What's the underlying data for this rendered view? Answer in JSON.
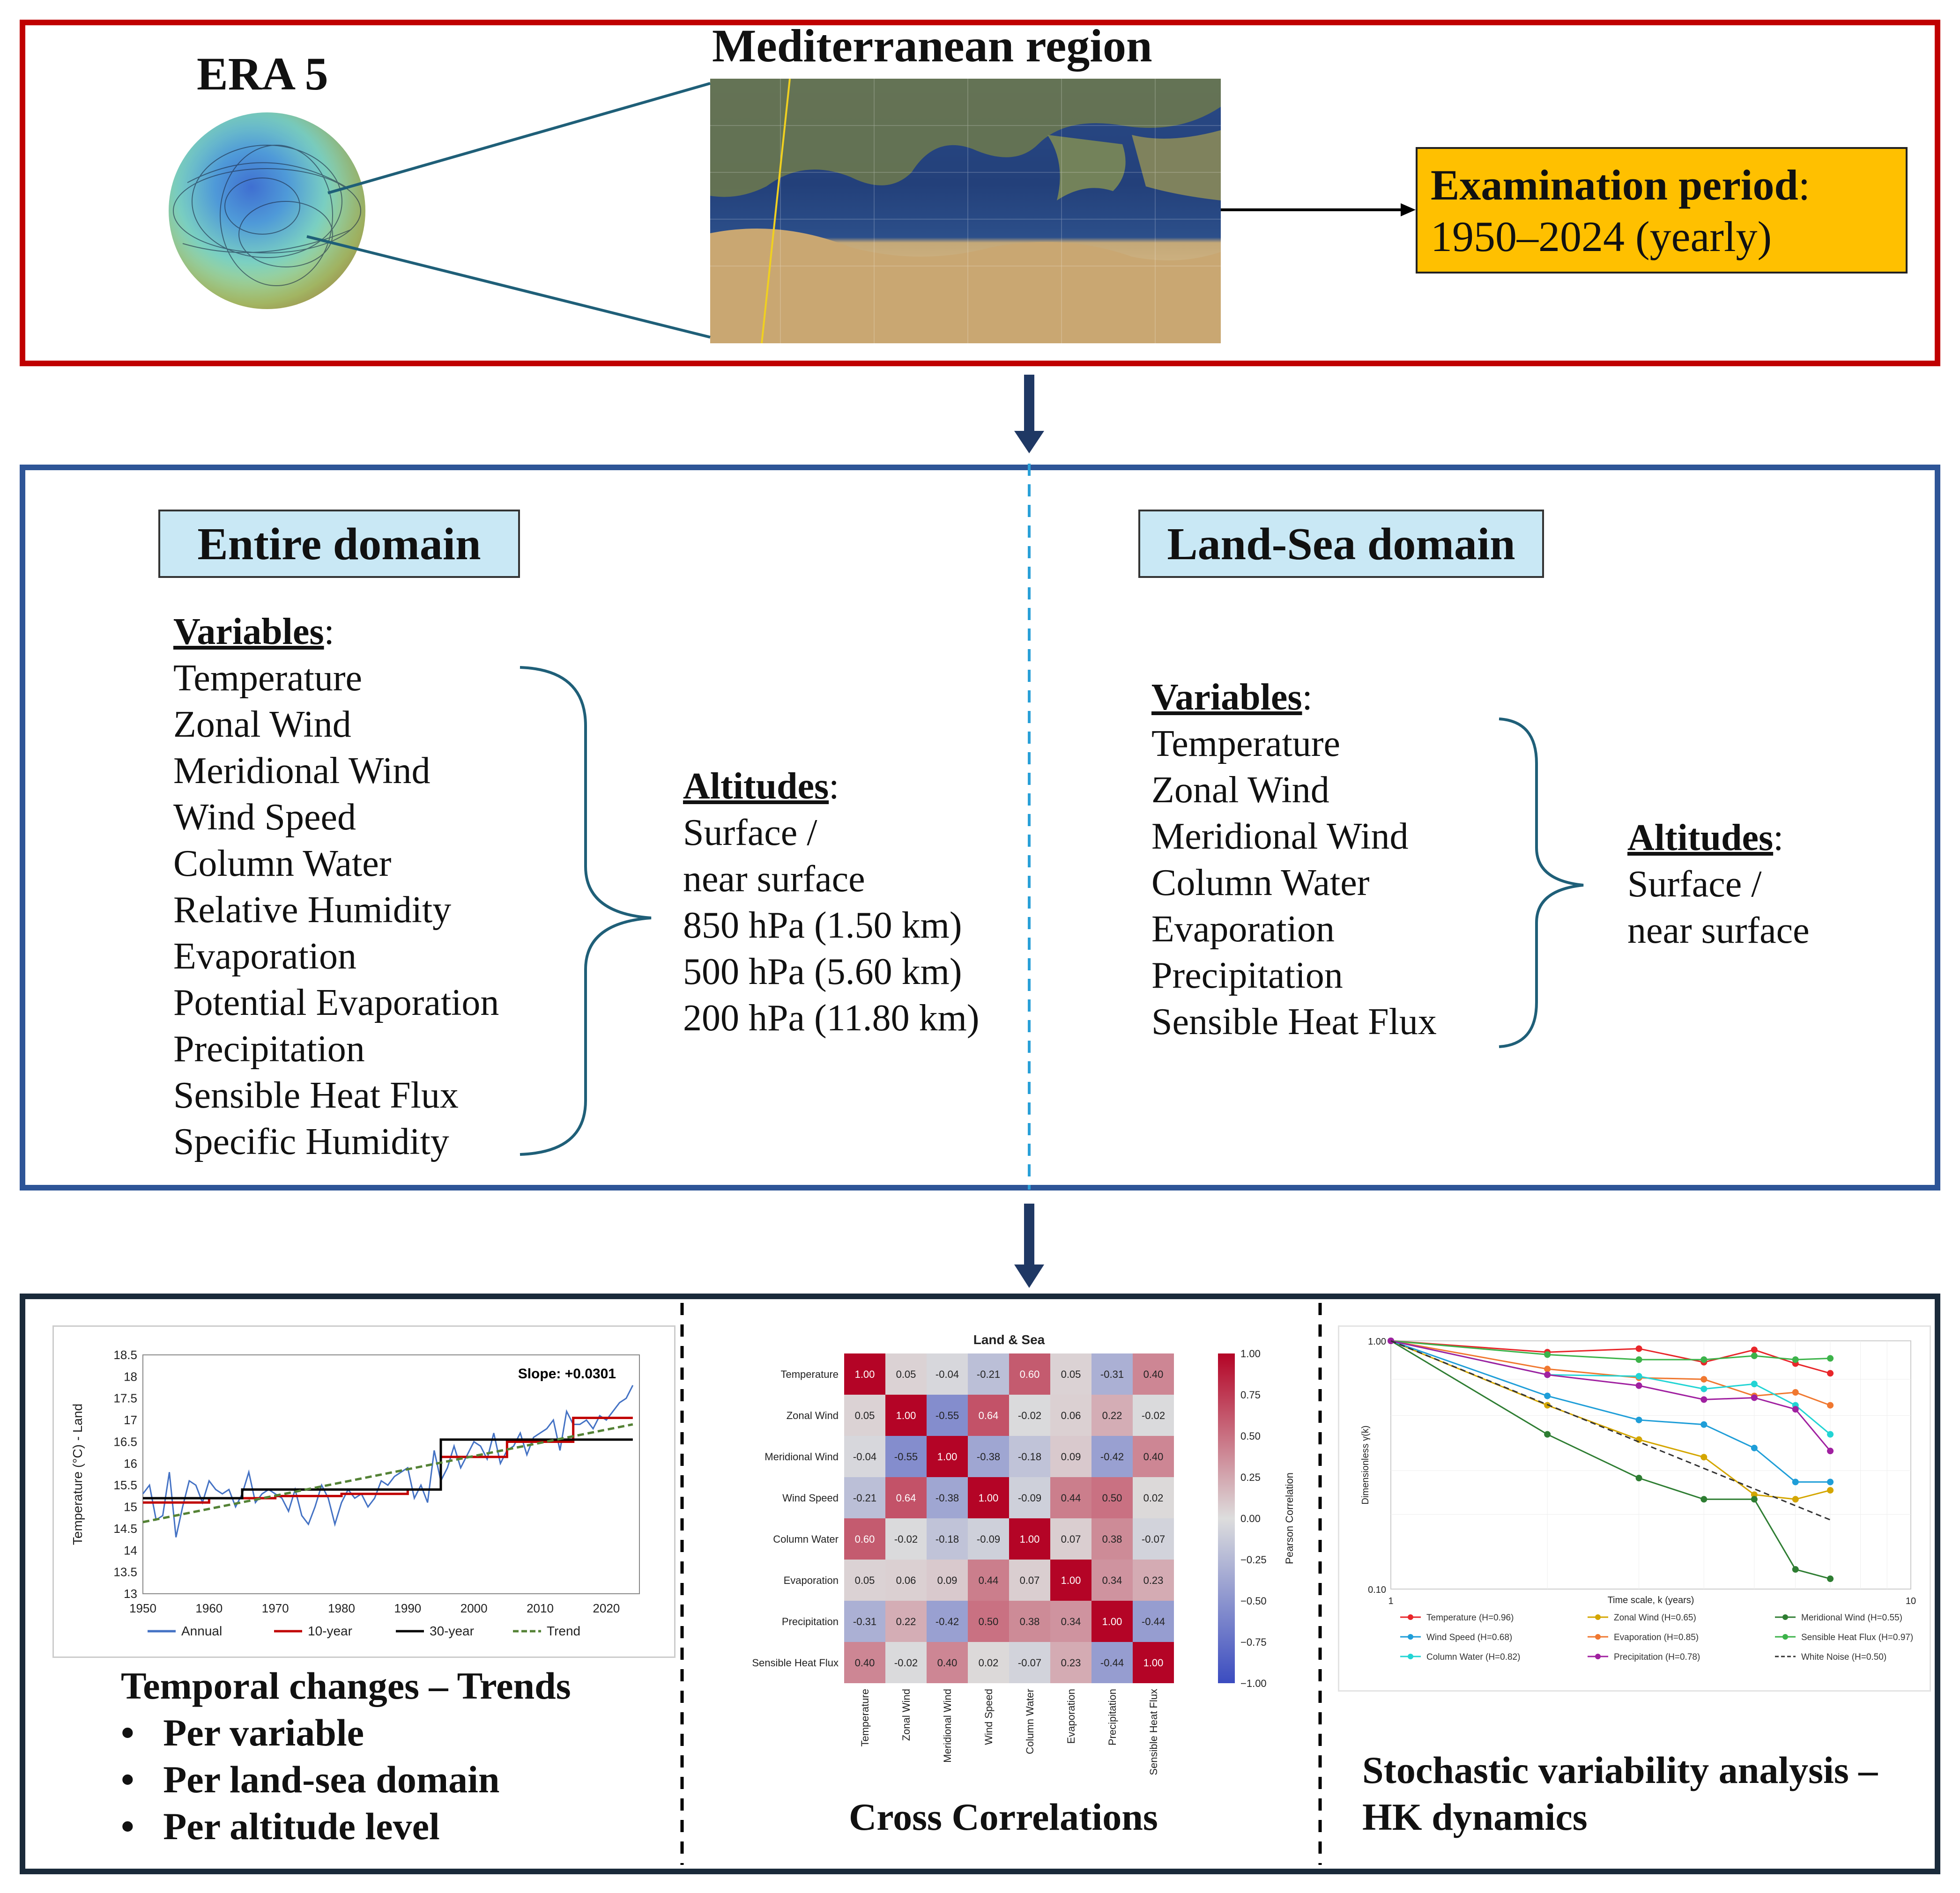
{
  "top": {
    "era_label": "ERA 5",
    "region_label": "Mediterranean region",
    "exam_title": "Examination period",
    "exam_colon": ":",
    "exam_value": "1950–2024 (yearly)"
  },
  "entire": {
    "title": "Entire domain",
    "variables_header": "Variables",
    "variables": [
      "Temperature",
      "Zonal Wind",
      "Meridional Wind",
      "Wind Speed",
      "Column Water",
      "Relative Humidity",
      "Evaporation",
      "Potential Evaporation",
      "Precipitation",
      "Sensible Heat Flux",
      "Specific Humidity"
    ],
    "altitudes_header": "Altitudes",
    "altitudes": [
      "Surface /",
      "near surface",
      "850 hPa (1.50 km)",
      "500 hPa (5.60 km)",
      "200 hPa (11.80 km)"
    ]
  },
  "landsea": {
    "title": "Land-Sea domain",
    "variables_header": "Variables",
    "variables": [
      "Temperature",
      "Zonal Wind",
      "Meridional Wind",
      "Column Water",
      "Evaporation",
      "Precipitation",
      "Sensible Heat Flux"
    ],
    "altitudes_header": "Altitudes",
    "altitudes": [
      "Surface /",
      "near surface"
    ]
  },
  "bottom": {
    "trend_caption": "Temporal changes – Trends",
    "trend_bullets": [
      "Per variable",
      "Per land-sea domain",
      "Per altitude level"
    ],
    "corr_caption": "Cross Correlations",
    "hk_caption_1": "Stochastic variability analysis –",
    "hk_caption_2": "HK dynamics"
  },
  "colors": {
    "top_border": "#c00000",
    "mid_border": "#2e5597",
    "bottom_border": "#1a2a3a",
    "exam_fill": "#ffc000",
    "domain_fill": "#c9e8f5",
    "arrow": "#1f3864"
  },
  "chart_data": [
    {
      "type": "line",
      "ylabel": "Temperature (°C) - Land",
      "annotation": "Slope: +0.0301",
      "xlim": [
        1950,
        2025
      ],
      "ylim": [
        13,
        18.5
      ],
      "xticks": [
        1950,
        1960,
        1970,
        1980,
        1990,
        2000,
        2010,
        2020
      ],
      "yticks": [
        13,
        13.5,
        14,
        14.5,
        15,
        15.5,
        16,
        16.5,
        17,
        17.5,
        18,
        18.5
      ],
      "legend": [
        "Annual",
        "10-year",
        "30-year",
        "Trend"
      ],
      "series": [
        {
          "name": "Annual",
          "color": "#4472c4",
          "x": [
            1950,
            1951,
            1952,
            1953,
            1954,
            1955,
            1956,
            1957,
            1958,
            1959,
            1960,
            1961,
            1962,
            1963,
            1964,
            1965,
            1966,
            1967,
            1968,
            1969,
            1970,
            1971,
            1972,
            1973,
            1974,
            1975,
            1976,
            1977,
            1978,
            1979,
            1980,
            1981,
            1982,
            1983,
            1984,
            1985,
            1986,
            1987,
            1988,
            1989,
            1990,
            1991,
            1992,
            1993,
            1994,
            1995,
            1996,
            1997,
            1998,
            1999,
            2000,
            2001,
            2002,
            2003,
            2004,
            2005,
            2006,
            2007,
            2008,
            2009,
            2010,
            2011,
            2012,
            2013,
            2014,
            2015,
            2016,
            2017,
            2018,
            2019,
            2020,
            2021,
            2022,
            2023,
            2024
          ],
          "y": [
            15.3,
            15.5,
            14.7,
            14.8,
            15.8,
            14.3,
            15.0,
            15.6,
            15.5,
            15.1,
            15.6,
            15.4,
            15.3,
            15.4,
            15.0,
            15.3,
            15.8,
            15.1,
            15.3,
            15.4,
            15.3,
            15.2,
            14.9,
            15.4,
            14.8,
            14.6,
            15.0,
            15.5,
            15.2,
            14.6,
            15.1,
            15.4,
            15.2,
            15.3,
            15.0,
            15.2,
            15.6,
            15.5,
            15.7,
            15.8,
            15.9,
            15.2,
            15.5,
            15.1,
            16.3,
            15.6,
            15.9,
            16.4,
            15.9,
            16.2,
            16.5,
            16.4,
            16.1,
            16.7,
            16.0,
            16.3,
            16.4,
            16.7,
            16.2,
            16.6,
            16.7,
            16.8,
            17.0,
            16.3,
            17.2,
            16.9,
            16.9,
            17.0,
            16.8,
            17.1,
            17.0,
            17.2,
            17.4,
            17.5,
            17.8
          ]
        },
        {
          "name": "10-year",
          "color": "#c00000",
          "x": [
            1950,
            1960,
            1960,
            1970,
            1970,
            1980,
            1980,
            1990,
            1990,
            1995,
            1995,
            2005,
            2005,
            2015,
            2015,
            2024
          ],
          "y": [
            15.1,
            15.1,
            15.2,
            15.2,
            15.25,
            15.25,
            15.3,
            15.3,
            15.4,
            15.4,
            16.15,
            16.15,
            16.5,
            16.5,
            17.05,
            17.05
          ]
        },
        {
          "name": "30-year",
          "color": "#000000",
          "x": [
            1950,
            1965,
            1965,
            1995,
            1995,
            2024
          ],
          "y": [
            15.2,
            15.2,
            15.4,
            15.4,
            16.55,
            16.55
          ]
        },
        {
          "name": "Trend",
          "color": "#548235",
          "x": [
            1950,
            2024
          ],
          "y": [
            14.65,
            16.9
          ]
        }
      ]
    },
    {
      "type": "heatmap",
      "title": "Land & Sea",
      "categories": [
        "Temperature",
        "Zonal Wind",
        "Meridional Wind",
        "Wind Speed",
        "Column Water",
        "Evaporation",
        "Precipitation",
        "Sensible Heat Flux"
      ],
      "values": [
        [
          1.0,
          0.05,
          -0.04,
          -0.21,
          0.6,
          0.05,
          -0.31,
          0.4
        ],
        [
          0.05,
          1.0,
          -0.55,
          0.64,
          -0.02,
          0.06,
          0.22,
          -0.02
        ],
        [
          -0.04,
          -0.55,
          1.0,
          -0.38,
          -0.18,
          0.09,
          -0.42,
          0.4
        ],
        [
          -0.21,
          0.64,
          -0.38,
          1.0,
          -0.09,
          0.44,
          0.5,
          0.02
        ],
        [
          0.6,
          -0.02,
          -0.18,
          -0.09,
          1.0,
          0.07,
          0.38,
          -0.07
        ],
        [
          0.05,
          0.06,
          0.09,
          0.44,
          0.07,
          1.0,
          0.34,
          0.23
        ],
        [
          -0.31,
          0.22,
          -0.42,
          0.5,
          0.38,
          0.34,
          1.0,
          -0.44
        ],
        [
          0.4,
          -0.02,
          0.4,
          0.02,
          -0.07,
          0.23,
          -0.44,
          1.0
        ]
      ],
      "colorbar_label": "Pearson Correlation",
      "colorbar_ticks": [
        "1.00",
        "0.75",
        "0.50",
        "0.25",
        "0.00",
        "−0.25",
        "−0.50",
        "−0.75",
        "−1.00"
      ],
      "vlim": [
        -1,
        1
      ]
    },
    {
      "type": "line",
      "xlabel": "Time scale, k (years)",
      "ylabel": "Dimensionless γ(k)",
      "xlim": [
        1,
        10
      ],
      "ylim": [
        0.1,
        1.0
      ],
      "xticks": [
        "1",
        "10"
      ],
      "yticks": [
        "1.00",
        "0.10"
      ],
      "series": [
        {
          "name": "Temperature (H=0.96)",
          "color": "#e8262a",
          "marker": "o",
          "x": [
            1,
            2,
            3,
            4,
            5,
            6,
            7
          ],
          "y": [
            1.0,
            0.9,
            0.93,
            0.82,
            0.92,
            0.81,
            0.74
          ]
        },
        {
          "name": "Zonal Wind (H=0.65)",
          "color": "#d4a600",
          "marker": "o",
          "x": [
            1,
            2,
            3,
            4,
            5,
            6,
            7
          ],
          "y": [
            1.0,
            0.55,
            0.4,
            0.34,
            0.24,
            0.23,
            0.25
          ]
        },
        {
          "name": "Meridional Wind (H=0.55)",
          "color": "#2e7d32",
          "marker": "o",
          "x": [
            1,
            2,
            3,
            4,
            5,
            6,
            7
          ],
          "y": [
            1.0,
            0.42,
            0.28,
            0.23,
            0.23,
            0.12,
            0.11
          ]
        },
        {
          "name": "Wind Speed (H=0.68)",
          "color": "#1f9ed8",
          "marker": "o",
          "x": [
            1,
            2,
            3,
            4,
            5,
            6,
            7
          ],
          "y": [
            1.0,
            0.6,
            0.48,
            0.46,
            0.37,
            0.27,
            0.27
          ]
        },
        {
          "name": "Evaporation (H=0.85)",
          "color": "#f07830",
          "marker": "s",
          "x": [
            1,
            2,
            3,
            4,
            5,
            6,
            7
          ],
          "y": [
            1.0,
            0.77,
            0.71,
            0.7,
            0.6,
            0.62,
            0.55
          ]
        },
        {
          "name": "Sensible Heat Flux (H=0.97)",
          "color": "#3cb34a",
          "marker": "^",
          "x": [
            1,
            2,
            3,
            4,
            5,
            6,
            7
          ],
          "y": [
            1.0,
            0.88,
            0.84,
            0.84,
            0.87,
            0.84,
            0.85
          ]
        },
        {
          "name": "Column Water (H=0.82)",
          "color": "#22d4d4",
          "marker": "o",
          "x": [
            1,
            2,
            3,
            4,
            5,
            6,
            7
          ],
          "y": [
            1.0,
            0.73,
            0.72,
            0.64,
            0.67,
            0.55,
            0.42
          ]
        },
        {
          "name": "Precipitation (H=0.78)",
          "color": "#a020a0",
          "marker": "D",
          "x": [
            1,
            2,
            3,
            4,
            5,
            6,
            7
          ],
          "y": [
            1.0,
            0.73,
            0.66,
            0.58,
            0.59,
            0.53,
            0.36
          ]
        },
        {
          "name": "White Noise (H=0.50)",
          "color": "#333333",
          "marker": "",
          "dash": true,
          "x": [
            1,
            7
          ],
          "y": [
            1.0,
            0.19
          ]
        }
      ]
    }
  ]
}
